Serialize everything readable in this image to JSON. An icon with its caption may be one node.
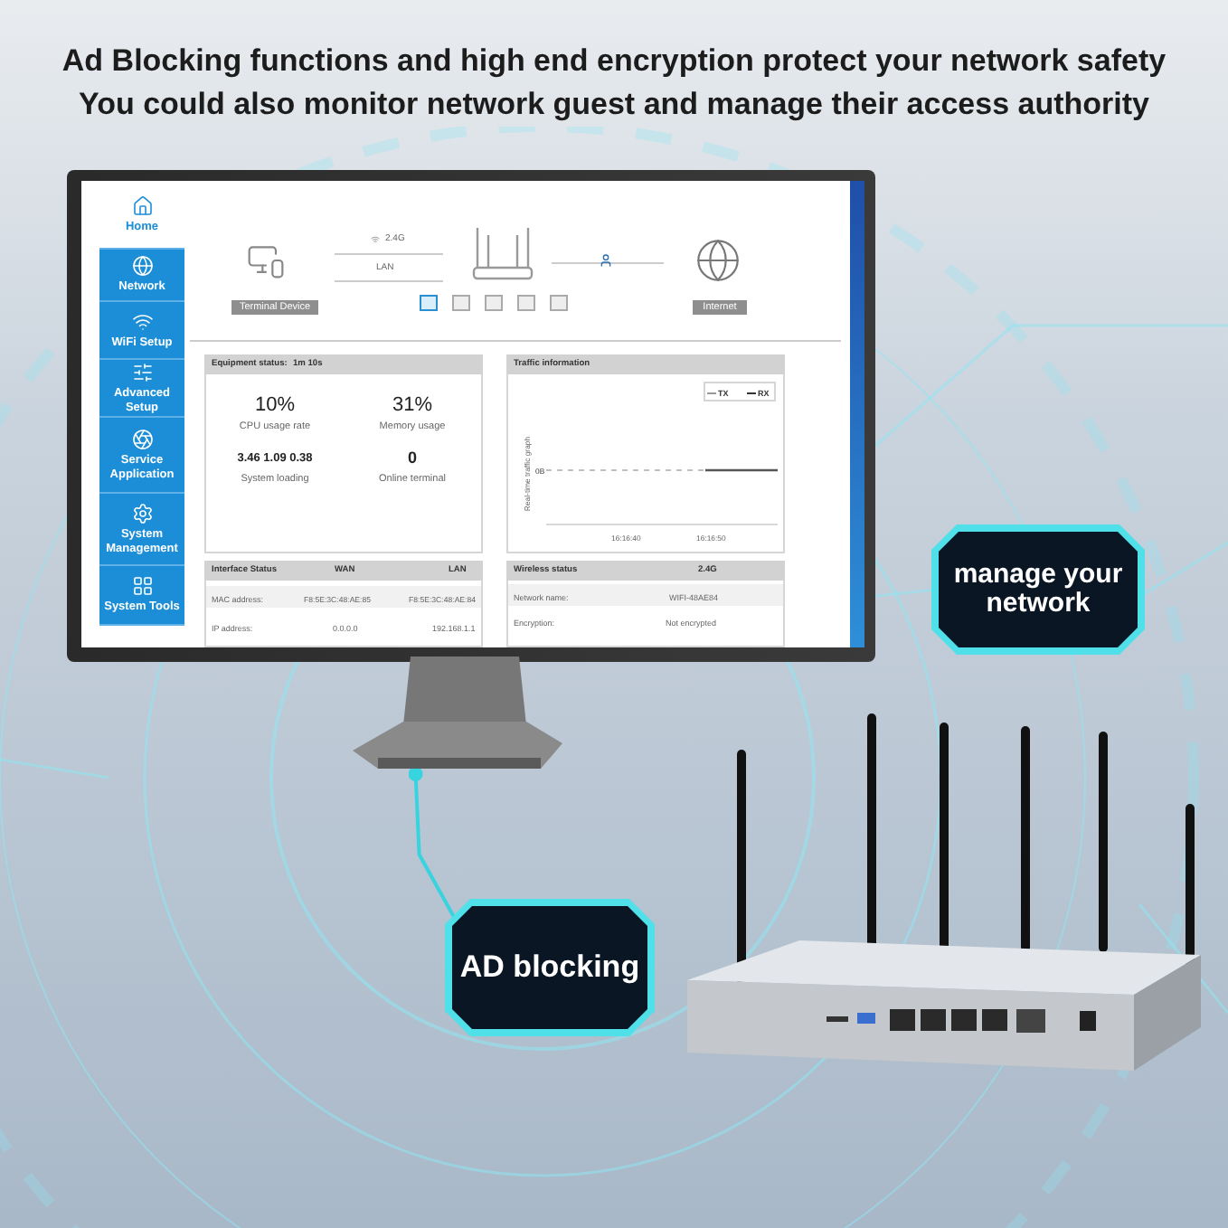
{
  "diagram": {
    "title": "Ad Blocking functions and high end encryption protect your network safety",
    "nodes": [
      {
        "text": [],
        "shape": "picture"
      },
      {
        "text": [
          "AD blocking"
        ]
      },
      {
        "text": [
          "manage your network"
        ]
      }
    ],
    "edges": [
      {
        "from": 1,
        "to": 0,
        "arrow": "other"
      }
    ],
    "labels": [
      "You could also monitor network guest and manage their access authority",
      "Home",
      "Network",
      "WiFi Setup",
      "Advanced Setup",
      "Service Application",
      "System Management",
      "System Tools",
      "2.4G",
      "LAN",
      "Terminal Device",
      "Internet",
      "Equipment status:",
      "1m 10s",
      "10%",
      "CPU usage rate",
      "31%",
      "Memory usage",
      "3.46 1.09 0.38",
      "System loading",
      "0",
      "Online terminal",
      "Traffic information",
      "TX",
      "RX",
      "Real-time traffic graph",
      "0B",
      "16:16:40",
      "16:16:50",
      "Interface Status",
      "WAN",
      "LAN",
      "MAC address:",
      "F8:5E:3C:48:AE:85",
      "F8:5E:3C:48:AE:84",
      "IP address:",
      "0.0.0.0",
      "192.168.1.1",
      "Wireless status",
      "2.4G",
      "Network name:",
      "WIFI-48AE84",
      "Encryption:",
      "Not encrypted"
    ]
  }
}
